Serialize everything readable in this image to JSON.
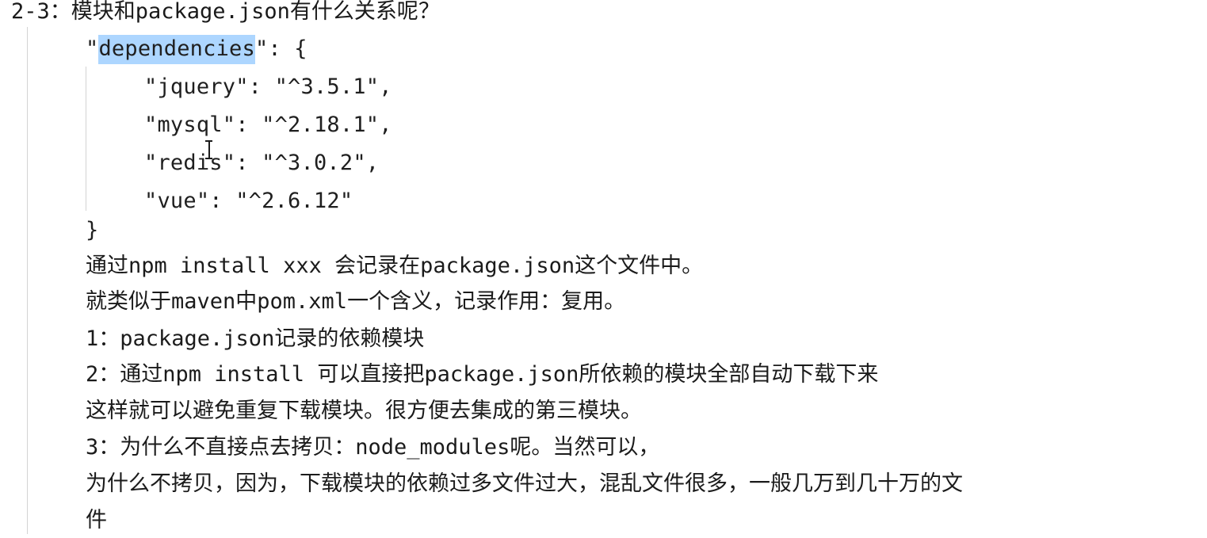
{
  "document": {
    "heading": "2-3：模块和package.json有什么关系呢？",
    "code_block": {
      "open_prefix": "\"",
      "open_key": "dependencies",
      "open_suffix": "\": {",
      "entries": [
        {
          "key": "\"jquery\"",
          "sep": ": ",
          "value": "\"^3.5.1\","
        },
        {
          "key": "\"mysql\"",
          "sep": ": ",
          "value": "\"^2.18.1\","
        },
        {
          "key": "\"redis\"",
          "sep": ": ",
          "value": "\"^3.0.2\","
        },
        {
          "key": "\"vue\"",
          "sep": ": ",
          "value": "\"^2.6.12\""
        }
      ],
      "close_brace": "}"
    },
    "notes": [
      "通过npm install xxx 会记录在package.json这个文件中。",
      "就类似于maven中pom.xml一个含义，记录作用：复用。"
    ],
    "points": [
      "1：package.json记录的依赖模块",
      "2：通过npm install 可以直接把package.json所依赖的模块全部自动下载下来",
      "这样就可以避免重复下载模块。很方便去集成的第三模块。",
      "3：为什么不直接点去拷贝：node_modules呢。当然可以，",
      "为什么不拷贝，因为，下载模块的依赖过多文件过大，混乱文件很多，一般几万到几十万的文",
      "件"
    ]
  },
  "colors": {
    "background": "#ffffff",
    "text": "#1b1b1b",
    "selection_highlight": "#add6ff",
    "indent_guide": "#d3d3d3"
  }
}
